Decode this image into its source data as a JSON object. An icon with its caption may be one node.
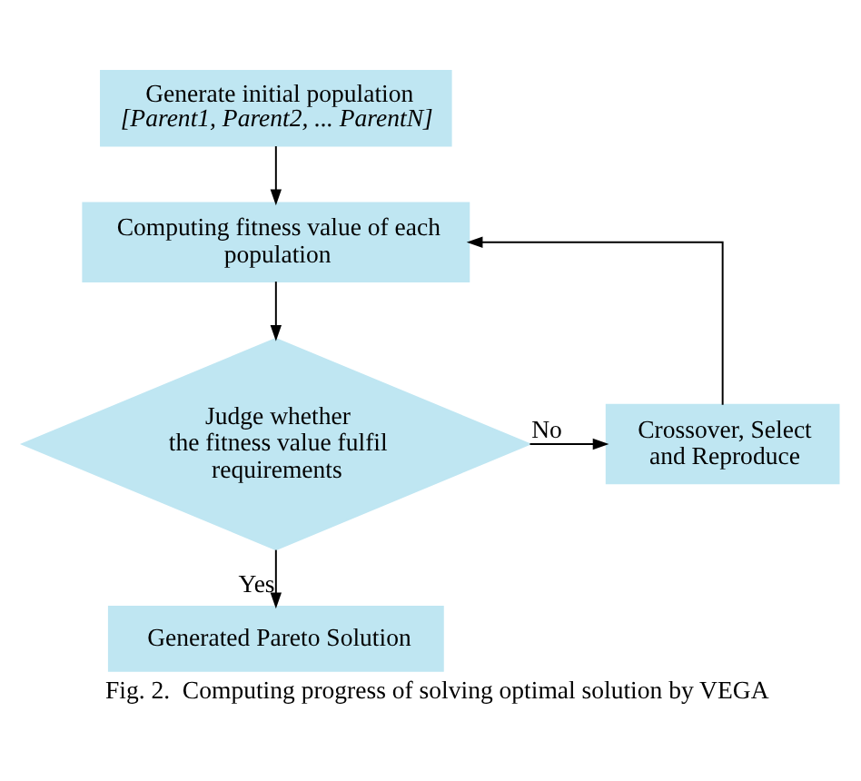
{
  "diagram": {
    "caption": "Fig. 2.  Computing progress of solving optimal solution by VEGA",
    "nodes": [
      {
        "text": [
          "Generate initial population",
          "[Parent1, Parent2, ... ParentN]"
        ]
      },
      {
        "text": [
          "Computing fitness value of each population"
        ]
      },
      {
        "text": [
          "Judge whether the fitness value fulfil requirements"
        ]
      },
      {
        "text": [
          "Crossover, Select and Reproduce"
        ]
      },
      {
        "text": [
          "Generated Pareto Solution"
        ]
      }
    ],
    "edges": [
      {
        "from": 0,
        "to": 1,
        "arrow": "to"
      },
      {
        "from": 1,
        "to": 2,
        "arrow": "to"
      },
      {
        "from": 2,
        "to": 3,
        "arrow": "to",
        "label": "No"
      },
      {
        "from": 3,
        "to": 1,
        "arrow": "to"
      },
      {
        "from": 2,
        "to": 4,
        "arrow": "to",
        "label": "Yes"
      }
    ]
  }
}
